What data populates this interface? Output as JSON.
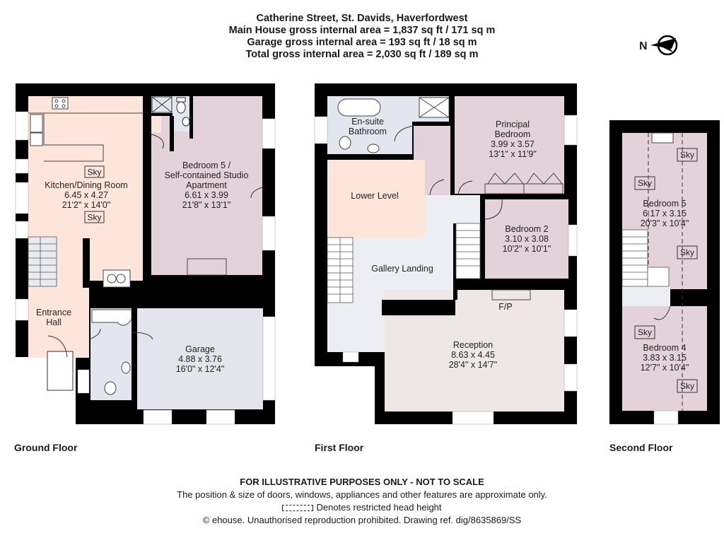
{
  "header": {
    "address": "Catherine Street, St. Davids, Haverfordwest",
    "main_house_area": "Main House gross internal area = 1,837 sq ft / 171 sq m",
    "garage_area": "Garage gross internal area = 193 sq ft / 18 sq m",
    "total_area": "Total gross internal area = 2,030 sq ft / 189 sq m"
  },
  "compass": {
    "icon": "north-compass-icon",
    "label": "N"
  },
  "colors": {
    "wall": "#000000",
    "kitchen_fill": "#fde5dc",
    "bedroom_fill": "#e3d2d9",
    "bathroom_fill": "#e3e6ef",
    "garage_fill": "#e4e5ec",
    "landing_fill": "#eceef3",
    "reception_fill": "#efe7e6",
    "window_fill": "#ffffff"
  },
  "floors": {
    "ground": {
      "label": "Ground Floor",
      "rooms": [
        {
          "name": "Kitchen/Dining Room",
          "metric": "6.45 x 4.27",
          "imperial": "21'2\" x 14'0\""
        },
        {
          "name": "Bedroom 5 /",
          "name2": "Self-contained Studio",
          "name3": "Apartment",
          "metric": "6.61 x 3.99",
          "imperial": "21'8\" x 13'1\""
        },
        {
          "name": "Entrance",
          "name2": "Hall"
        },
        {
          "name": "Garage",
          "metric": "4.88 x 3.76",
          "imperial": "16'0\" x 12'4\""
        }
      ],
      "skylights": [
        "Sky",
        "Sky"
      ]
    },
    "first": {
      "label": "First Floor",
      "rooms": [
        {
          "name": "En-suite",
          "name2": "Bathroom"
        },
        {
          "name": "Principal",
          "name2": "Bedroom",
          "metric": "3.99 x 3.57",
          "imperial": "13'1\" x 11'9\""
        },
        {
          "name": "Lower Level"
        },
        {
          "name": "Bedroom 2",
          "metric": "3.10 x 3.08",
          "imperial": "10'2\" x 10'1\""
        },
        {
          "name": "Gallery Landing"
        },
        {
          "name": "Reception",
          "metric": "8.63 x 4.45",
          "imperial": "28'4\" x 14'7\""
        }
      ],
      "fireplace": "F/P"
    },
    "second": {
      "label": "Second Floor",
      "rooms": [
        {
          "name": "Bedroom 5",
          "metric": "6.17 x 3.15",
          "imperial": "20'3\" x 10'4\""
        },
        {
          "name": "Bedroom 4",
          "metric": "3.83 x 3.15",
          "imperial": "12'7\" x 10'4\""
        }
      ],
      "skylights": [
        "Sky",
        "Sky",
        "Sky",
        "Sky",
        "Sky"
      ]
    }
  },
  "footer": {
    "disclaimer": "FOR ILLUSTRATIVE PURPOSES ONLY - NOT TO SCALE",
    "note": "The position & size of doors, windows, appliances and other features are approximate only.",
    "legend": "Denotes restricted head height",
    "copyright": "© ehouse. Unauthorised reproduction prohibited. Drawing ref. dig/8635869/SS"
  }
}
